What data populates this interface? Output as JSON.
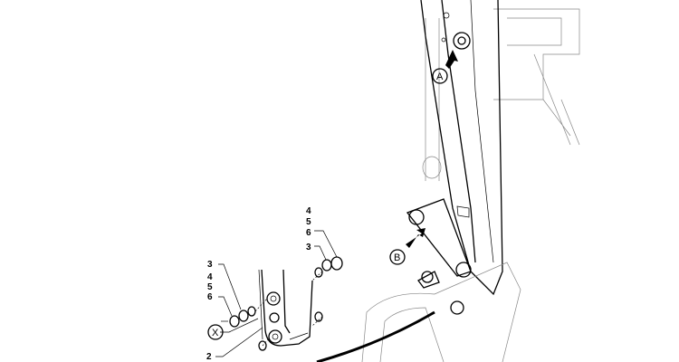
{
  "callouts": {
    "top_group": [
      "4",
      "5",
      "6",
      "3"
    ],
    "top_group_second": "3",
    "left_group": [
      "3",
      "4",
      "5",
      "6"
    ],
    "left_x": "X",
    "left_2": "2"
  },
  "markers": {
    "a": "A",
    "b": "B"
  }
}
